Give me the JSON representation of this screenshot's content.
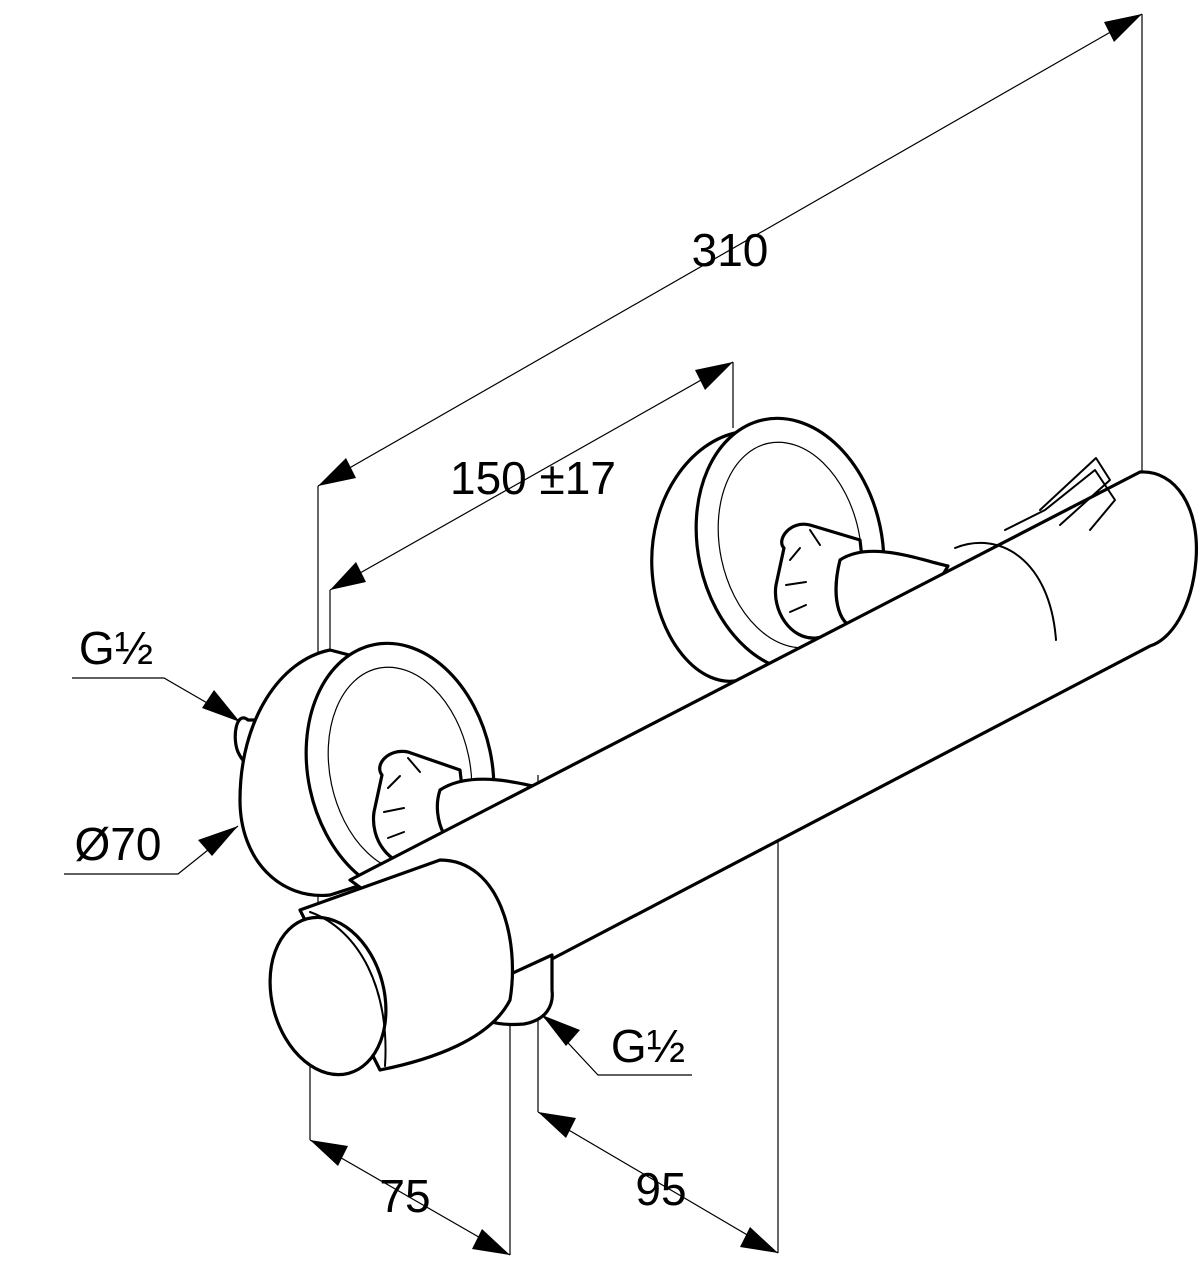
{
  "dimensions": {
    "overall_length": "310",
    "center_distance": "150 ±17",
    "wall_depth": "75",
    "outlet_offset": "95",
    "rosette_diameter": "Ø70"
  },
  "connections": {
    "inlet_thread": "G½",
    "outlet_thread": "G½"
  }
}
